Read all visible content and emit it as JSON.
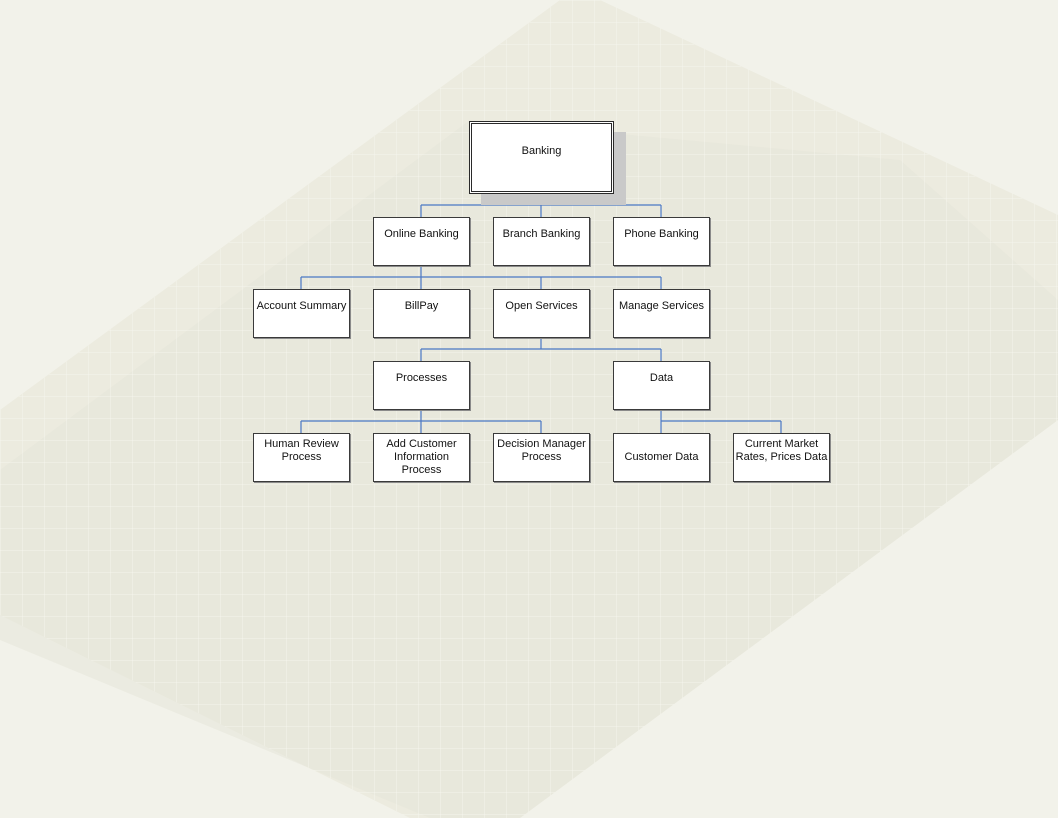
{
  "colors": {
    "page_background": "#f2f2ea",
    "band_light": "#ecebdf",
    "band_mid": "#e3e3d3",
    "connector": "#4a78c4",
    "node_border": "#3a3a3a",
    "node_fill": "#ffffff"
  },
  "diagram": {
    "type": "org-chart",
    "root": {
      "label": "Banking"
    },
    "level1": [
      {
        "label": "Online Banking"
      },
      {
        "label": "Branch Banking"
      },
      {
        "label": "Phone Banking"
      }
    ],
    "level2": [
      {
        "label": "Account Summary"
      },
      {
        "label": "BillPay"
      },
      {
        "label": "Open Services"
      },
      {
        "label": "Manage Services"
      }
    ],
    "level3": [
      {
        "label": "Processes"
      },
      {
        "label": "Data"
      }
    ],
    "level4": [
      {
        "label": "Human Review\nProcess"
      },
      {
        "label": "Add Customer\nInformation Process"
      },
      {
        "label": "Decision Manager\nProcess"
      },
      {
        "label": "Customer Data"
      },
      {
        "label": "Current Market\nRates, Prices Data"
      }
    ],
    "edges": [
      [
        "Banking",
        "Online Banking"
      ],
      [
        "Banking",
        "Branch Banking"
      ],
      [
        "Banking",
        "Phone Banking"
      ],
      [
        "Online Banking",
        "Account Summary"
      ],
      [
        "Online Banking",
        "BillPay"
      ],
      [
        "Online Banking",
        "Open Services"
      ],
      [
        "Online Banking",
        "Manage Services"
      ],
      [
        "Open Services",
        "Processes"
      ],
      [
        "Open Services",
        "Data"
      ],
      [
        "Processes",
        "Human Review\nProcess"
      ],
      [
        "Processes",
        "Add Customer\nInformation Process"
      ],
      [
        "Processes",
        "Decision Manager\nProcess"
      ],
      [
        "Data",
        "Customer Data"
      ],
      [
        "Data",
        "Current Market\nRates, Prices Data"
      ]
    ]
  }
}
